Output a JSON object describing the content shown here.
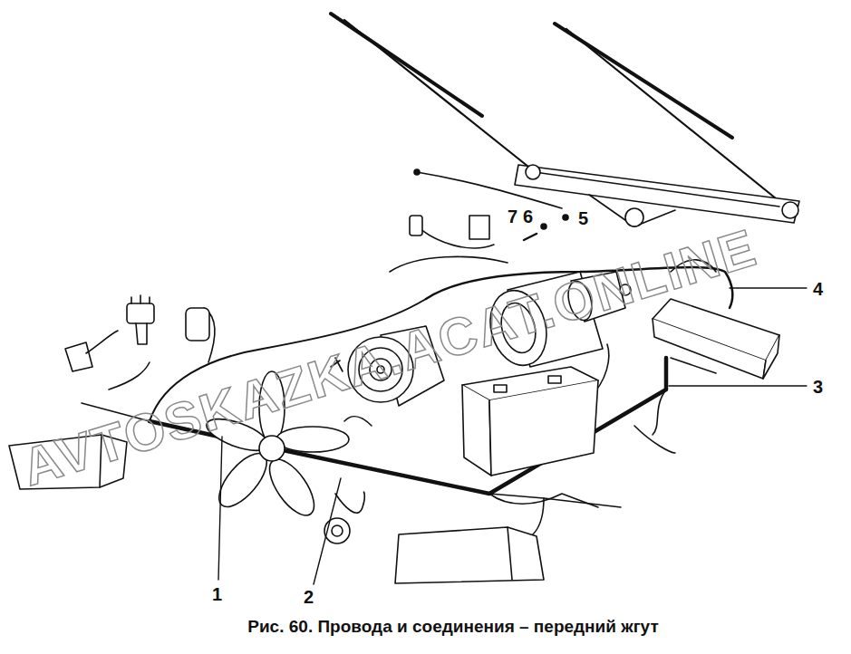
{
  "diagram": {
    "caption": "Рис. 60. Провода и соединения – передний жгут",
    "labels": [
      "7",
      "6",
      "5",
      "4",
      "3",
      "1",
      "2",
      "AVTOSKAZKA.ACAT.ONLINE"
    ]
  }
}
